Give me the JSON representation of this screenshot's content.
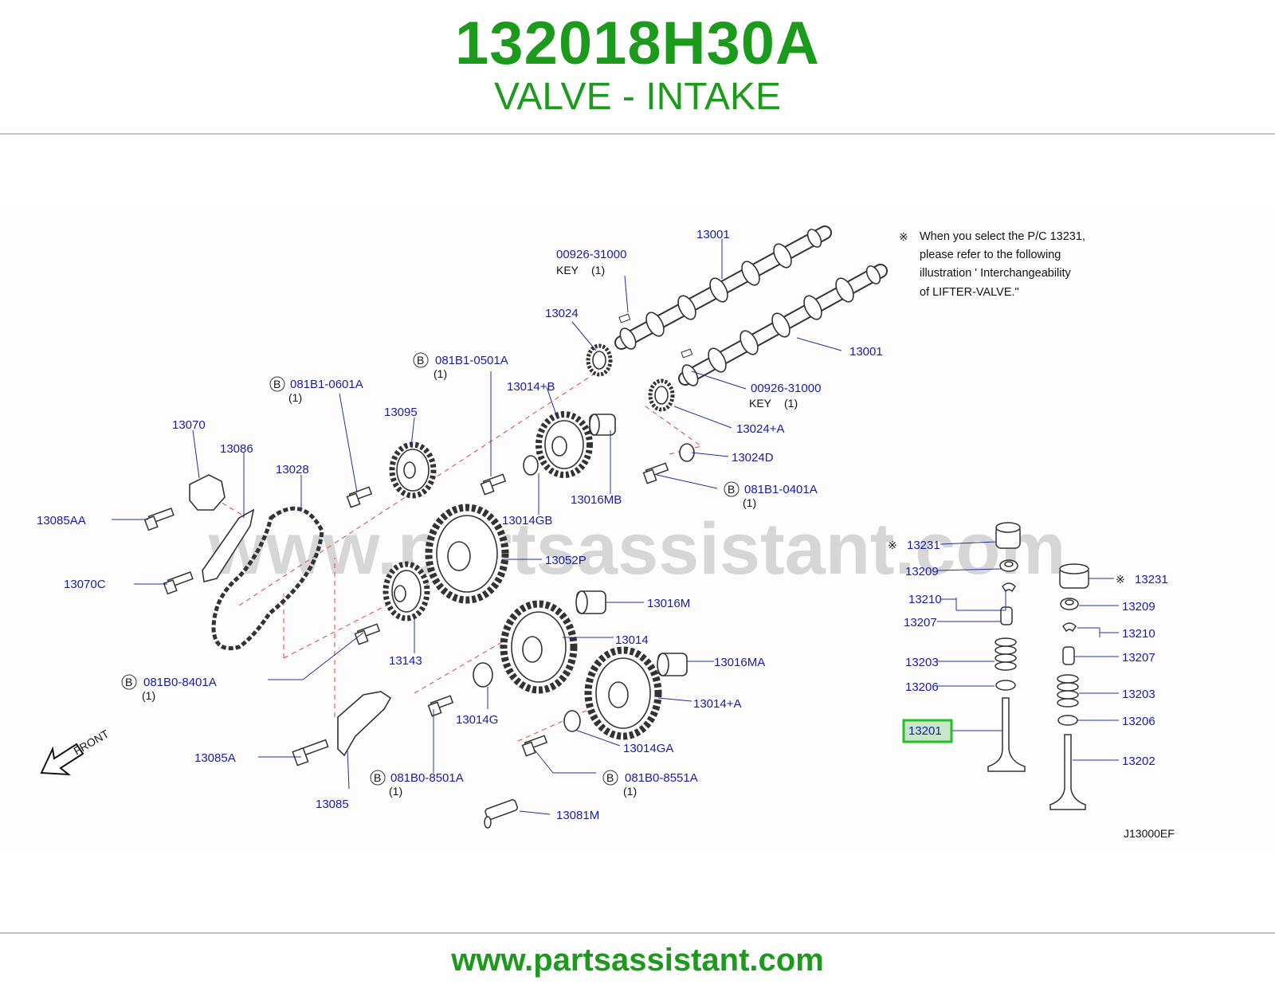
{
  "header": {
    "part_number": "132018H30A",
    "part_name": "VALVE - INTAKE"
  },
  "footer": {
    "website": "www.partsassistant.com"
  },
  "diagram": {
    "watermark": "www.partsassistant.com",
    "code": "J13000EF",
    "front_label": "FRONT",
    "note": {
      "symbol": "※",
      "lines": [
        "When you select the P/C 13231,",
        "please refer to the following",
        "illustration ' Interchangeability",
        "of LIFTER-VALVE.\""
      ]
    },
    "highlight_color": "#22c022",
    "labels": {
      "p13001_top": "13001",
      "p13001_mid": "13001",
      "p00926_top": "00926-31000",
      "key_top": "KEY",
      "key_top_qty": "(1)",
      "p00926_mid": "00926-31000",
      "key_mid": "KEY",
      "key_mid_qty": "(1)",
      "p13024": "13024",
      "p13024A": "13024+A",
      "p13024D": "13024D",
      "b081B1_0501A": "081B1-0501A",
      "b081B1_0501A_qty": "(1)",
      "b081B1_0601A": "081B1-0601A",
      "b081B1_0601A_qty": "(1)",
      "b081B1_0401A": "081B1-0401A",
      "b081B1_0401A_qty": "(1)",
      "b081B0_8401A": "081B0-8401A",
      "b081B0_8401A_qty": "(1)",
      "b081B0_8501A": "081B0-8501A",
      "b081B0_8501A_qty": "(1)",
      "b081B0_8551A": "081B0-8551A",
      "b081B0_8551A_qty": "(1)",
      "bolt_marker": "B",
      "p13014B": "13014+B",
      "p13095": "13095",
      "p13070": "13070",
      "p13086": "13086",
      "p13028": "13028",
      "p13085AA": "13085AA",
      "p13070C": "13070C",
      "p13016MB": "13016MB",
      "p13014GB": "13014GB",
      "p13052P": "13052P",
      "p13016M": "13016M",
      "p13014": "13014",
      "p13143": "13143",
      "p13016MA": "13016MA",
      "p13014A": "13014+A",
      "p13014G": "13014G",
      "p13014GA": "13014GA",
      "p13085A": "13085A",
      "p13085": "13085",
      "p13081M": "13081M",
      "left_13231": "13231",
      "left_13209": "13209",
      "left_13210": "13210",
      "left_13207": "13207",
      "left_13203": "13203",
      "left_13206": "13206",
      "left_13201": "13201",
      "right_13231": "13231",
      "right_13209": "13209",
      "right_13210": "13210",
      "right_13207": "13207",
      "right_13203": "13203",
      "right_13206": "13206",
      "right_13202": "13202"
    }
  }
}
